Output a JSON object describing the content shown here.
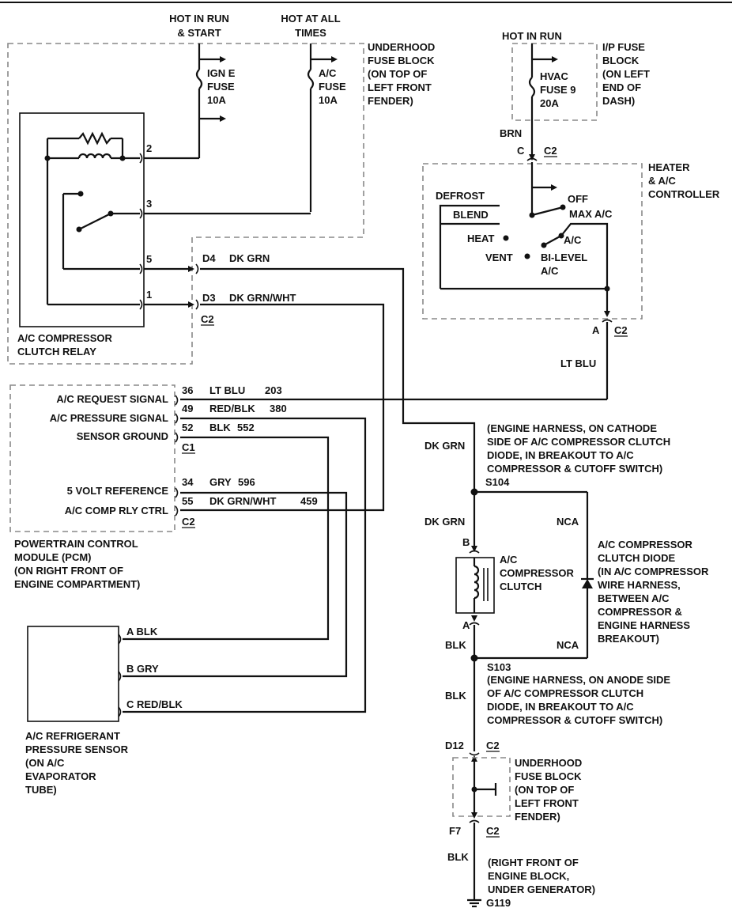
{
  "underhood_block": {
    "hot_run_start": [
      "HOT IN RUN",
      "& START"
    ],
    "hot_all_times": [
      "HOT AT ALL",
      "TIMES"
    ],
    "ign_fuse": [
      "IGN E",
      "FUSE",
      "10A"
    ],
    "ac_fuse": [
      "A/C",
      "FUSE",
      "10A"
    ],
    "title": [
      "UNDERHOOD",
      "FUSE BLOCK",
      "(ON TOP OF",
      "LEFT FRONT",
      "FENDER)"
    ]
  },
  "relay": {
    "pins": [
      "2",
      "3",
      "5",
      "1"
    ],
    "title": [
      "A/C COMPRESSOR",
      "CLUTCH RELAY"
    ]
  },
  "relay_connector": {
    "d4": "D4",
    "d4_wire": "DK GRN",
    "d3": "D3",
    "d3_wire": "DK GRN/WHT",
    "c2": "C2"
  },
  "ip_block": {
    "hot": "HOT IN RUN",
    "fuse": [
      "HVAC",
      "FUSE 9",
      "20A"
    ],
    "title": [
      "I/P FUSE",
      "BLOCK",
      "(ON LEFT",
      "END OF",
      "DASH)"
    ]
  },
  "controller": {
    "brn": "BRN",
    "conn_c": "C",
    "conn_c2": "C2",
    "title": [
      "HEATER",
      "& A/C",
      "CONTROLLER"
    ],
    "defrost": "DEFROST",
    "blend": "BLEND",
    "off": "OFF",
    "max_ac": "MAX A/C",
    "heat": "HEAT",
    "ac": "A/C",
    "vent": "VENT",
    "bilevel": [
      "BI-LEVEL",
      "A/C"
    ],
    "conn_a": "A",
    "conn_a2": "C2",
    "lt_blu": "LT BLU"
  },
  "pcm": {
    "labels": [
      "A/C REQUEST SIGNAL",
      "A/C PRESSURE SIGNAL",
      "SENSOR GROUND",
      "5 VOLT REFERENCE",
      "A/C COMP RLY CTRL"
    ],
    "pins": [
      "36",
      "49",
      "52",
      "34",
      "55"
    ],
    "wires": [
      "LT BLU",
      "RED/BLK",
      "BLK",
      "GRY",
      "DK GRN/WHT"
    ],
    "circuits": [
      "203",
      "380",
      "552",
      "596",
      "459"
    ],
    "c1": "C1",
    "c2": "C2",
    "title": [
      "POWERTRAIN CONTROL",
      "MODULE (PCM)",
      "(ON RIGHT FRONT OF",
      "ENGINE COMPARTMENT)"
    ]
  },
  "sensor": {
    "pins": [
      "A  BLK",
      "B  GRY",
      "C  RED/BLK"
    ],
    "title": [
      "A/C REFRIGERANT",
      "PRESSURE SENSOR",
      "(ON A/C",
      "EVAPORATOR",
      "TUBE)"
    ]
  },
  "harness": {
    "dk_grn_1": "DK GRN",
    "s104_note": [
      "(ENGINE HARNESS, ON CATHODE",
      "SIDE OF A/C COMPRESSOR CLUTCH",
      "DIODE, IN BREAKOUT TO A/C",
      "COMPRESSOR & CUTOFF SWITCH)"
    ],
    "s104": "S104",
    "dk_grn_2": "DK GRN",
    "nca_1": "NCA",
    "conn_b": "B",
    "clutch": [
      "A/C",
      "COMPRESSOR",
      "CLUTCH"
    ],
    "conn_a": "A",
    "blk_1": "BLK",
    "nca_2": "NCA",
    "diode": [
      "A/C COMPRESSOR",
      "CLUTCH DIODE",
      "(IN A/C COMPRESSOR",
      "WIRE HARNESS,",
      "BETWEEN A/C",
      "COMPRESSOR &",
      "ENGINE HARNESS",
      "BREAKOUT)"
    ],
    "s103": "S103",
    "s103_note": [
      "(ENGINE HARNESS, ON ANODE SIDE",
      "OF A/C COMPRESSOR CLUTCH",
      "DIODE, IN BREAKOUT TO A/C",
      "COMPRESSOR & CUTOFF SWITCH)"
    ],
    "blk_2": "BLK",
    "d12": "D12",
    "d12_c2": "C2",
    "underhood2": [
      "UNDERHOOD",
      "FUSE BLOCK",
      "(ON TOP OF",
      "LEFT FRONT",
      "FENDER)"
    ],
    "f7": "F7",
    "f7_c2": "C2",
    "blk_3": "BLK",
    "ground_note": [
      "(RIGHT FRONT OF",
      "ENGINE BLOCK,",
      "UNDER GENERATOR)"
    ],
    "g119": "G119"
  }
}
